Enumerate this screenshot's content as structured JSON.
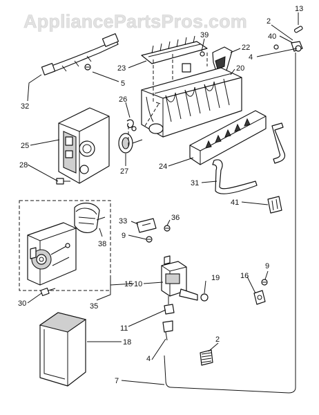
{
  "watermark": "AppliancePartsPros.com",
  "callouts": [
    {
      "id": "c13",
      "text": "13"
    },
    {
      "id": "c2a",
      "text": "2"
    },
    {
      "id": "c39",
      "text": "39"
    },
    {
      "id": "c40",
      "text": "40"
    },
    {
      "id": "c22",
      "text": "22"
    },
    {
      "id": "c4a",
      "text": "4"
    },
    {
      "id": "c23",
      "text": "23"
    },
    {
      "id": "c20",
      "text": "20"
    },
    {
      "id": "c5",
      "text": "5"
    },
    {
      "id": "c32",
      "text": "32"
    },
    {
      "id": "c26",
      "text": "26"
    },
    {
      "id": "c25",
      "text": "25"
    },
    {
      "id": "c27",
      "text": "27"
    },
    {
      "id": "c24",
      "text": "24"
    },
    {
      "id": "c28",
      "text": "28"
    },
    {
      "id": "c31",
      "text": "31"
    },
    {
      "id": "c41",
      "text": "41"
    },
    {
      "id": "c33",
      "text": "33"
    },
    {
      "id": "c36",
      "text": "36"
    },
    {
      "id": "c9a",
      "text": "9"
    },
    {
      "id": "c38",
      "text": "38"
    },
    {
      "id": "c10",
      "text": "10"
    },
    {
      "id": "c19",
      "text": "19"
    },
    {
      "id": "c9b",
      "text": "9"
    },
    {
      "id": "c16",
      "text": "16"
    },
    {
      "id": "c30",
      "text": "30"
    },
    {
      "id": "c35",
      "text": "35"
    },
    {
      "id": "c15",
      "text": "15"
    },
    {
      "id": "c11",
      "text": "11"
    },
    {
      "id": "c18",
      "text": "18"
    },
    {
      "id": "c4b",
      "text": "4"
    },
    {
      "id": "c2b",
      "text": "2"
    },
    {
      "id": "c7",
      "text": "7"
    }
  ]
}
